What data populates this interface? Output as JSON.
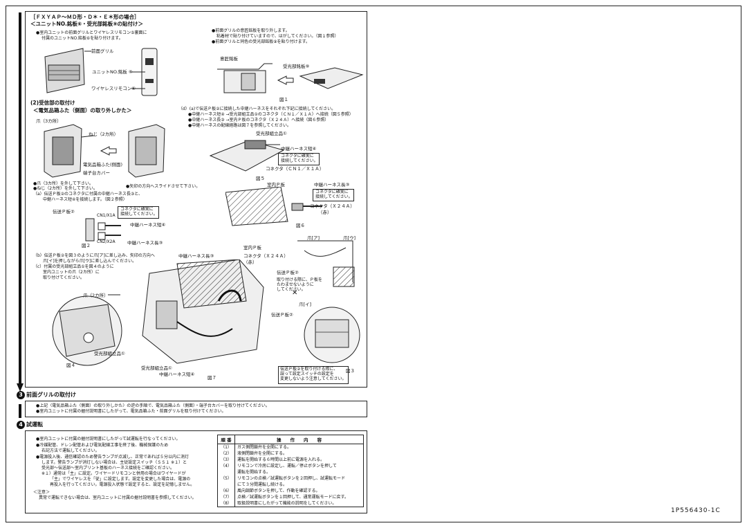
{
  "header": {
    "title": "［ＦＸＹＡＰ～ＭＤ形・Ｄ＊・Ｅ＊形の場合］",
    "section1": "＜ユニットNO.銘板⑥・受光部銘板⑨の貼付け＞",
    "section1_note1": "●室内ユニットの前面グリルとワイヤレスリモコン⑤裏面に",
    "section1_note2": "付属のユニットNO.銘板⑥を貼り付けます。"
  },
  "fig0_labels": {
    "front_grille": "前面グリル",
    "unit_plate": "ユニットNO.銘板 ⑥",
    "remote": "ワイヤレスリモコン⑤"
  },
  "right_notes": {
    "line1": "●前面グリルの意匠銘板を取り外します。",
    "line2": "粘着材で貼り付けていますので、はがしてください。（図１参照）",
    "line3": "●前面グリルと同色の受光部銘板⑨を貼り付けます。"
  },
  "fig1": {
    "design_plate": "意匠銘板",
    "receiver_plate": "受光部銘板⑨",
    "caption": "図１"
  },
  "receiver": {
    "heading": "(2)受信部の取付け",
    "subheading": "＜電気品箱ふた（側面）の取り外しかた＞",
    "claw3": "爪（3カ所）",
    "screw2": "ねじ（2カ所）",
    "elec_lid": "電気品箱ふた(側面)",
    "terminal_cover": "端子台カバー",
    "note_a1": "●爪（3カ所）を外して下さい。",
    "note_a2": "●ねじ（2カ所）を外して下さい。",
    "note_arrow": "●矢印の方向へスライドさせて下さい。",
    "note_a": "（a）伝送Ｐ板②のコネクタに付属の中継ハーネス長③と、",
    "note_a_2": "中継ハーネス短④を接続します。（図２参照）"
  },
  "fig2": {
    "board": "伝送Ｐ板②",
    "cn1": "CN1/X1A",
    "cn2": "CN2/X2A",
    "secure": "コネクタに確実に",
    "secure2": "接続してください。",
    "short": "中継ハーネス短④",
    "long": "中継ハーネス長③",
    "caption": "図２"
  },
  "notes_bc": {
    "b1": "（b）伝送Ｐ板②を図３のように爪[ア]に差し込み、矢印の方向へ",
    "b2": "爪[イ]を押しながら爪[ウ]に差し込んでください。",
    "c1": "（c）付属の受光部組立品①を図４のように",
    "c2": "室内ユニットの爪（2カ所）に",
    "c3": "取り付けてください。"
  },
  "notes_d": {
    "d1": "（d）(a)で伝送Ｐ板②に接続した中継ハーネスをそれぞれ下記に接続してください。",
    "d2": "●中継ハーネス短④ →受光部組立品①のコネクタ（ＣＮ１／Ｘ１Ａ）へ接続（図５参照）",
    "d3": "●中継ハーネス長③ →室内Ｐ板のコネクタ（Ｘ２４Ａ）へ接続（図６参照）",
    "d4": "●中継ハーネスの配線経路は図７を参照してください。"
  },
  "fig5": {
    "assembly": "受光部組立品①",
    "short": "中継ハーネス短④",
    "secure": "コネクタに確実に",
    "secure2": "接続してください。",
    "connector": "コネクタ（ＣＮ１／Ｘ１Ａ）",
    "caption": "図５"
  },
  "fig6": {
    "indoor_board": "室内Ｐ板",
    "long": "中継ハーネス長③",
    "secure": "コネクタに確実に",
    "secure2": "接続してください。",
    "connector": "コネクタ（Ｘ２４Ａ）",
    "red": "（赤）",
    "caption": "図６"
  },
  "fig7": {
    "long": "中継ハーネス長③",
    "indoor_board": "室内Ｐ板",
    "connector": "コネクタ（Ｘ２４Ａ）",
    "red": "（赤）",
    "assembly": "受光部組立品①",
    "short": "中継ハーネス短④",
    "caption": "図７"
  },
  "fig3": {
    "claw_a": "爪[ア]",
    "claw_c": "爪[ウ]",
    "claw_b": "爪[イ]",
    "board": "伝送Ｐ板②",
    "hint1": "取り付ける際に、Ｐ板を",
    "hint2": "たわませないように",
    "hint3": "してください。",
    "board2": "伝送Ｐ板②",
    "caution1": "伝送Ｐ板②を取り付ける際に、",
    "caution2": "誤って設定スイッチの設定を",
    "caution3": "変更しないよう注意してください。",
    "caption": "図３"
  },
  "fig4": {
    "claw": "爪（2カ所）",
    "assembly": "受光部組立品①",
    "caption": "図４"
  },
  "step3": {
    "num": "3",
    "title": "前面グリルの取付け",
    "line1": "●上記〈電気品箱ふた（側面）の取り外しかた〉の逆の手順で、電気品箱ふた（側面）・端子台カバーを取り付けてください。",
    "line2": "●室内ユニットに付属の据付説明書にしたがって、電気品箱ふた・前面グリルを取り付けてください。"
  },
  "step4": {
    "num": "4",
    "title": "試運転",
    "l1": "●室内ユニットに付属の据付説明書にしたがって試運転を行なってください。",
    "l2": "●冷媒配管、ドレン配管および電気配線工事を終了後、機械保護のため",
    "l3": "右記方法で運転してください。",
    "l4": "●電源投入後、通信確認のため警告ランプが点滅し、正常であれば５分以内に消灯",
    "l5": "します。警告ランプが消灯しない場合は、主従設定スイッチ（ＳＳ１ ※１）と",
    "l6": "受光部～伝送部～室内プリント基板のハーネス接続をご確認ください。",
    "l7": "※１）通常は「主」に設定。ワイヤードリモコンと併用の場合はワイヤードが",
    "l8": "「主」でワイヤレスを「従」に設定します。設定を変更した場合は、電源の",
    "l9": "再投入を行ってください。電源投入状態で設定すると、設定を記憶しません。",
    "l10": "＜注意＞",
    "l11": "異常で運転できない場合は、室内ユニットに付属の据付説明書を参照してください。"
  },
  "op_table": {
    "col_order": "順 番",
    "col_content": "操　　作　　内　　容",
    "rows": [
      {
        "n": "（1）",
        "text": "ガス側閉鎖弁を全開にする。"
      },
      {
        "n": "（2）",
        "text": "液側閉鎖弁を全開にする。"
      },
      {
        "n": "（3）",
        "text": "運転を開始する６時間以上前に電源を入れる。"
      },
      {
        "n": "（4）",
        "text": "リモコンで冷房に設定し、運転／停止ボタンを押して"
      },
      {
        "n": "",
        "text": "運転を開始する。"
      },
      {
        "n": "（5）",
        "text": "リモコンの点検／試運転ボタンを２回押し、試運転モード"
      },
      {
        "n": "",
        "text": "にて３分間運転し続ける。"
      },
      {
        "n": "（6）",
        "text": "風向調節ボタンを押して、作動を確認する。"
      },
      {
        "n": "（7）",
        "text": "点検／試運転ボタンを１回押して、通常運転モードに戻す。"
      },
      {
        "n": "（8）",
        "text": "取扱説明書にしたがって機能の説明をしてください。"
      }
    ]
  },
  "doc_number": "1P556430-1C"
}
